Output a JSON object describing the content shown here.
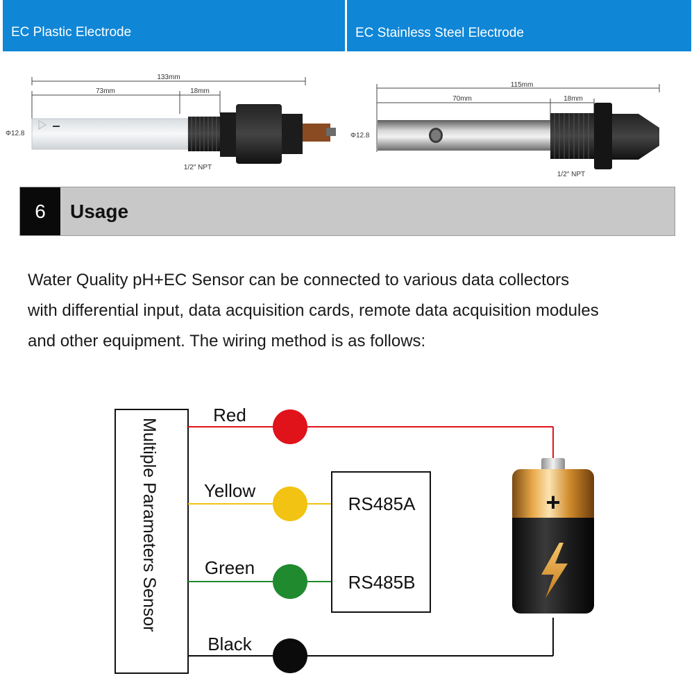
{
  "tabs": {
    "left": "EC Plastic Electrode",
    "right": "EC Stainless Steel Electrode"
  },
  "plastic_electrode": {
    "total_length": "133mm",
    "body_length": "73mm",
    "thread_length": "18mm",
    "diameter": "Φ12.8",
    "thread": "1/2″ NPT"
  },
  "steel_electrode": {
    "total_length": "115mm",
    "body_length": "70mm",
    "thread_length": "18mm",
    "diameter": "Φ12.8",
    "thread": "1/2″ NPT"
  },
  "section": {
    "number": "6",
    "title": "Usage"
  },
  "intro": {
    "lines": [
      "Water Quality pH+EC Sensor can be connected to various data collectors",
      "with differential input, data acquisition cards, remote data acquisition modules",
      "and other equipment. The wiring method is as follows:"
    ]
  },
  "wiring": {
    "sensor_label": "Multiple Parameters Sensor",
    "wires": [
      {
        "label": "Red",
        "color": "#e0121a"
      },
      {
        "label": "Yellow",
        "color": "#f2c312"
      },
      {
        "label": "Green",
        "color": "#1f8a2e"
      },
      {
        "label": "Black",
        "color": "#0b0b0b"
      }
    ],
    "module_labels": [
      "RS485A",
      "RS485B"
    ],
    "battery_plus": "+"
  },
  "colors": {
    "tab_blue": "#0f86d6",
    "section_gray": "#c8c8c8"
  }
}
